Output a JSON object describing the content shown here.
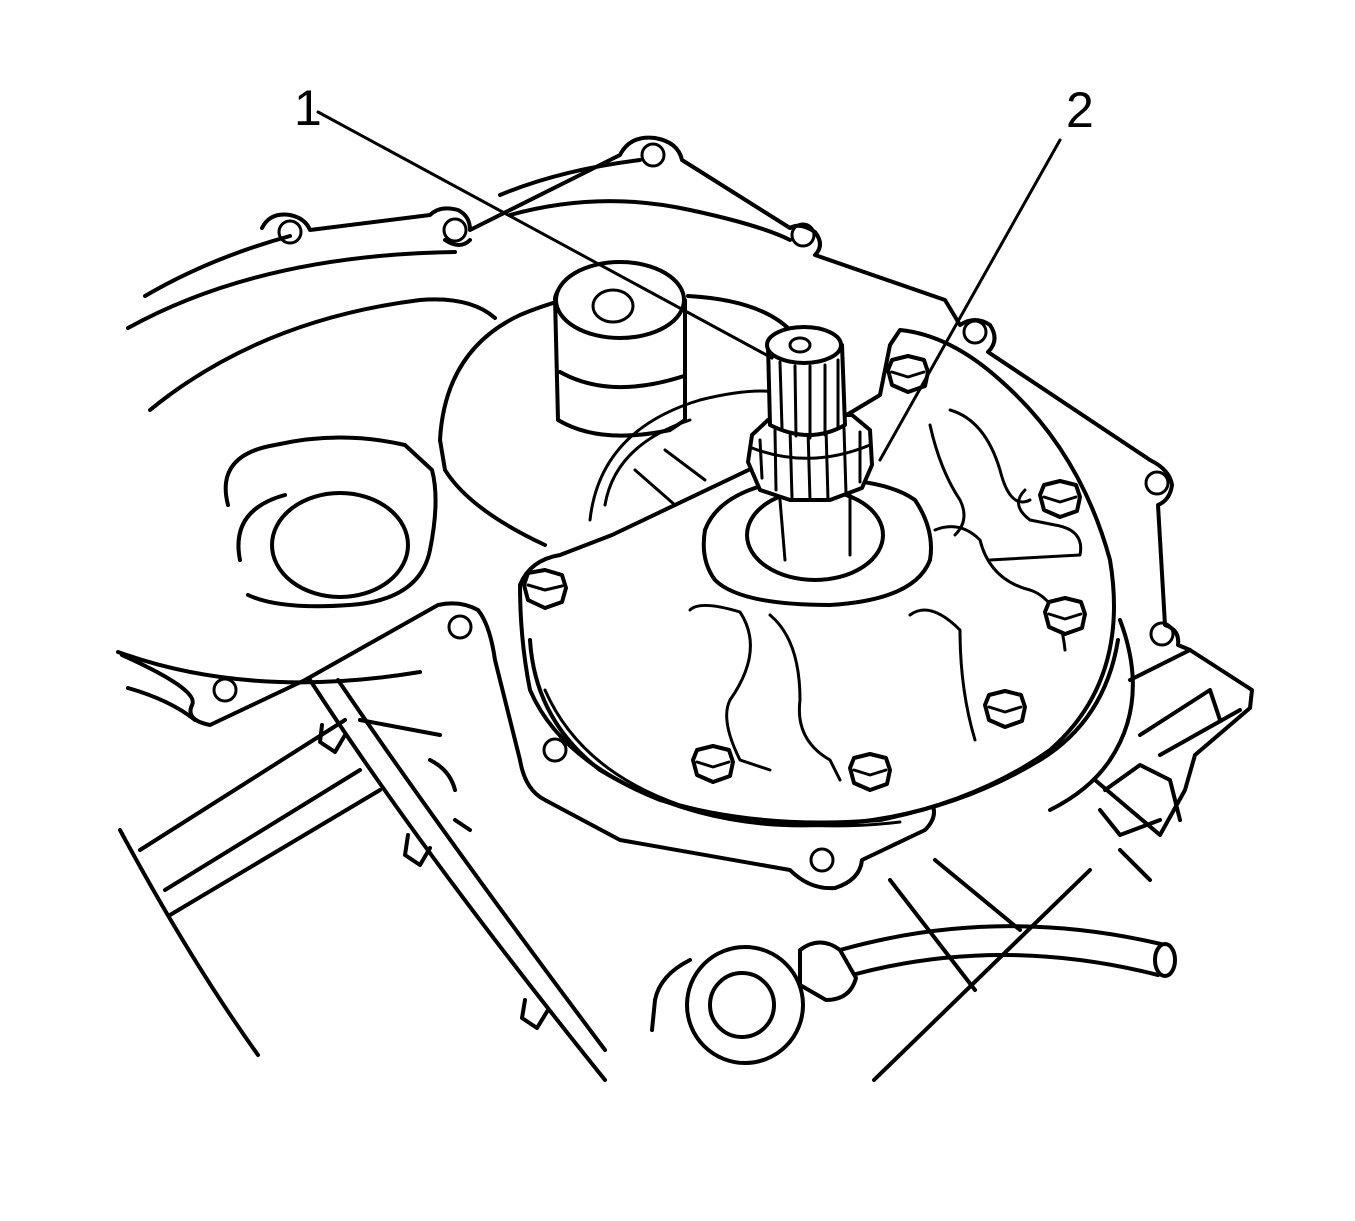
{
  "callouts": [
    {
      "id": "1",
      "text": "1"
    },
    {
      "id": "2",
      "text": "2"
    }
  ],
  "colors": {
    "ink": "#000000",
    "paper": "#ffffff"
  }
}
